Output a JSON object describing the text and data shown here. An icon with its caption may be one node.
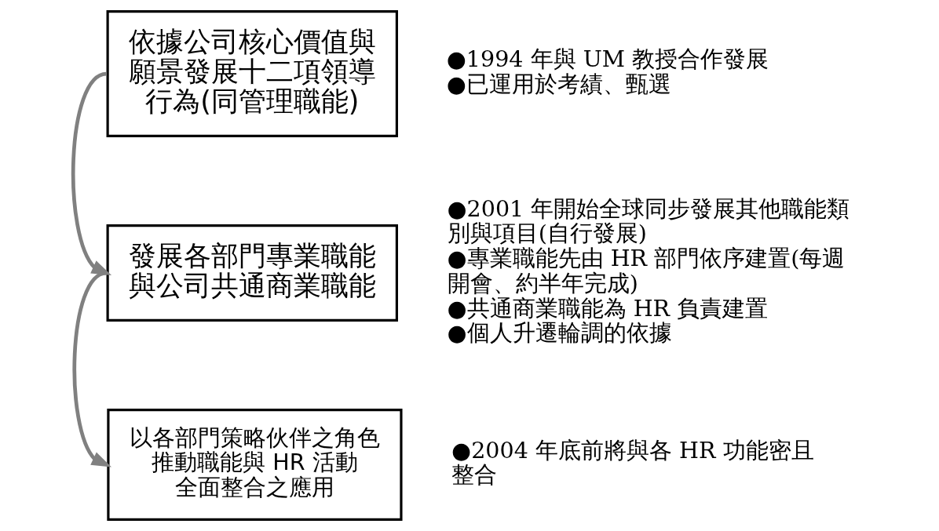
{
  "diagram": {
    "nodes": [
      {
        "text": [
          "依據公司核心價值與願景發展十二項領導行為(同管理職能)"
        ],
        "beside": [
          "●1994 年與 UM 教授合作發展",
          "●已運用於考績、甄選"
        ]
      },
      {
        "text": [
          "發展各部門專業職能與公司共通商業職能"
        ],
        "beside": [
          "●2001 年開始全球同步發展其他職能類別與項目(自行發展)",
          "●專業職能先由 HR 部門依序建置(每週開會、約半年完成)",
          "●共通商業職能為 HR 負責建置",
          "●個人升遷輪調的依據"
        ]
      },
      {
        "text": [
          "以各部門策略伙伴之角色推動職能與 HR 活動全面整合之應用"
        ],
        "beside": [
          "●2004 年底前將與各 HR 功能密且整合"
        ]
      }
    ],
    "edges": [
      {
        "from": 0,
        "to": 1,
        "arrow": "to"
      },
      {
        "from": 1,
        "to": 2,
        "arrow": "to"
      }
    ]
  }
}
